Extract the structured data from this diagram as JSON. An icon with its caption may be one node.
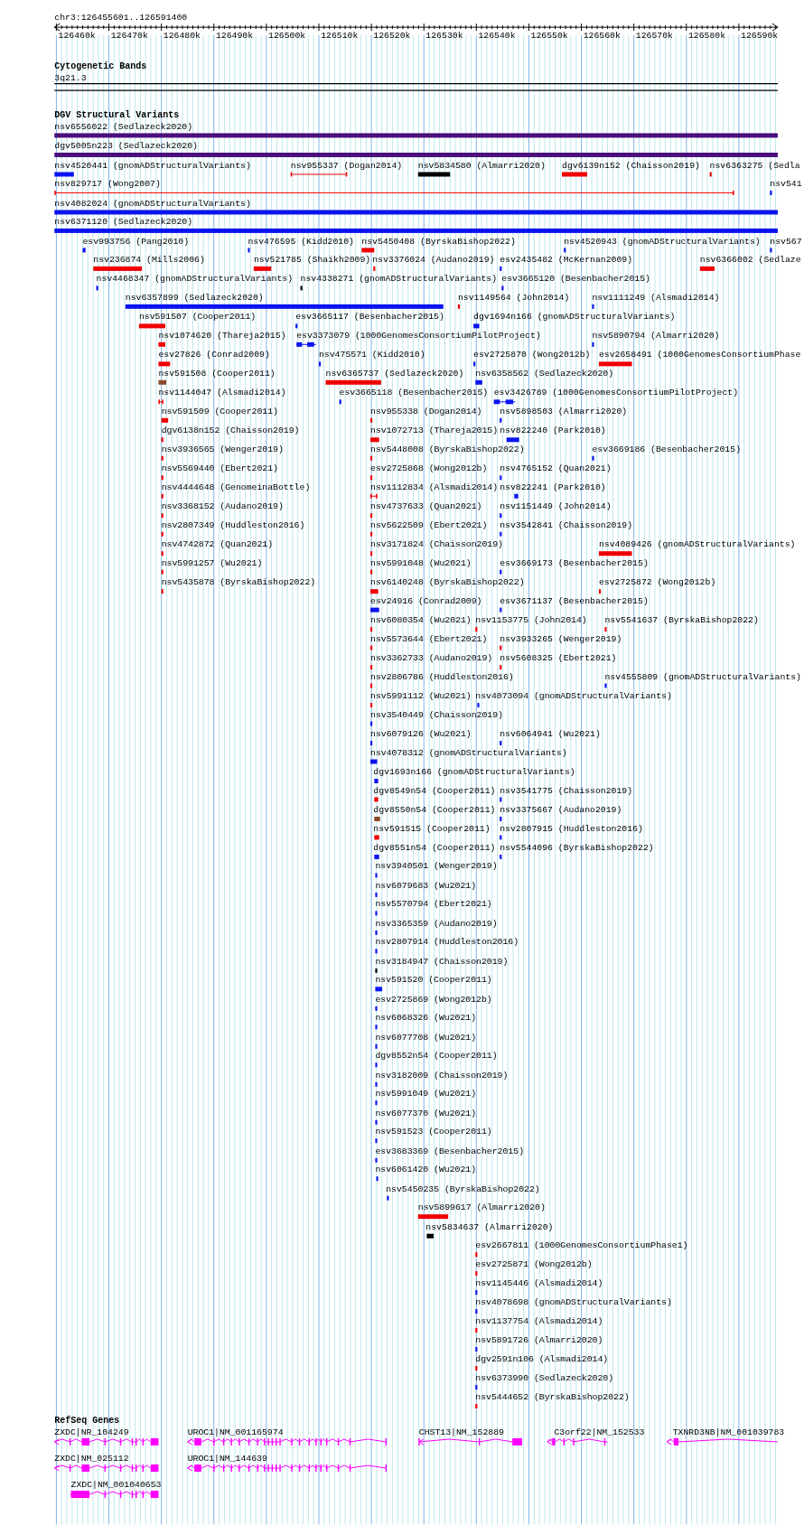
{
  "diagram": {
    "labels": [
      "chr3:126455601..126591400",
      "126460k",
      "126470k",
      "126480k",
      "126490k",
      "126500k",
      "126510k",
      "126520k",
      "126530k",
      "126540k",
      "126550k",
      "126560k",
      "126570k",
      "126580k",
      "126590k",
      "Cytogenetic Bands",
      "3q21.3",
      "DGV Structural Variants",
      "nsv6556022 (Sedlazeck2020)",
      "dgv5005n223 (Sedlazeck2020)",
      "nsv4520441 (gnomADStructuralVariants)",
      "nsv955337 (Dogan2014)",
      "nsv5834580 (Almarri2020)",
      "dgv6139n152 (Chaisson2019)",
      "nsv6363275 (Sedla",
      "nsv829717 (Wong2007)",
      "nsv541",
      "nsv4082024 (gnomADStructuralVariants)",
      "nsv6371120 (Sedlazeck2020)",
      "esv993756 (Pang2010)",
      "nsv476595 (Kidd2010)",
      "nsv5450408 (ByrskaBishop2022)",
      "nsv4520943 (gnomADStructuralVariants)",
      "nsv567",
      "nsv236874 (Mills2006)",
      "nsv521785 (Shaikh2009)",
      "nsv3376024 (Audano2019)",
      "esv2435482 (McKernan2009)",
      "nsv6366002 (Sedlaze",
      "nsv4468347 (gnomADStructuralVariants)",
      "nsv4338271 (gnomADStructuralVariants)",
      "esv3665120 (Besenbacher2015)",
      "nsv6357899 (Sedlazeck2020)",
      "nsv1149564 (John2014)",
      "nsv1111249 (Alsmadi2014)",
      "nsv591507 (Cooper2011)",
      "esv3665117 (Besenbacher2015)",
      "dgv1694n166 (gnomADStructuralVariants)",
      "nsv1074620 (Thareja2015)",
      "esv3373079 (1000GenomesConsortiumPilotProject)",
      "nsv5890794 (Almarri2020)",
      "esv27826 (Conrad2009)",
      "nsv475571 (Kidd2010)",
      "esv2725870 (Wong2012b)",
      "esv2658491 (1000GenomesConsortiumPhase",
      "nsv591508 (Cooper2011)",
      "nsv6365737 (Sedlazeck2020)",
      "nsv6358562 (Sedlazeck2020)",
      "nsv1144047 (Alsmadi2014)",
      "esv3665118 (Besenbacher2015)",
      "esv3426789 (1000GenomesConsortiumPilotProject)",
      "nsv591509 (Cooper2011)",
      "nsv955338 (Dogan2014)",
      "nsv5898503 (Almarri2020)",
      "dgv6138n152 (Chaisson2019)",
      "nsv1072713 (Thareja2015)",
      "nsv822240 (Park2010)",
      "nsv3936565 (Wenger2019)",
      "nsv5448008 (ByrskaBishop2022)",
      "esv3669186 (Besenbacher2015)",
      "nsv5569440 (Ebert2021)",
      "esv2725868 (Wong2012b)",
      "nsv4765152 (Quan2021)",
      "nsv4444648 (GenomeinaBottle)",
      "nsv1112834 (Alsmadi2014)",
      "nsv822241 (Park2010)",
      "nsv3368152 (Audano2019)",
      "nsv4737633 (Quan2021)",
      "nsv1151449 (John2014)",
      "nsv2807349 (Huddleston2016)",
      "nsv5622509 (Ebert2021)",
      "nsv3542841 (Chaisson2019)",
      "nsv4742872 (Quan2021)",
      "nsv3171824 (Chaisson2019)",
      "nsv4089426 (gnomADStructuralVariants)",
      "nsv5991257 (Wu2021)",
      "nsv5991048 (Wu2021)",
      "esv3669173 (Besenbacher2015)",
      "nsv5435878 (ByrskaBishop2022)",
      "nsv6140248 (ByrskaBishop2022)",
      "esv2725872 (Wong2012b)",
      "esv24916 (Conrad2009)",
      "esv3671137 (Besenbacher2015)",
      "nsv6080354 (Wu2021)",
      "nsv1153775 (John2014)",
      "nsv5541637 (ByrskaBishop2022)",
      "nsv5573644 (Ebert2021)",
      "nsv3933265 (Wenger2019)",
      "nsv3362733 (Audano2019)",
      "nsv5608325 (Ebert2021)",
      "nsv2806786 (Huddleston2016)",
      "nsv4555809 (gnomADStructuralVariants)",
      "nsv5991112 (Wu2021)",
      "nsv4073094 (gnomADStructuralVariants)",
      "nsv3540449 (Chaisson2019)",
      "nsv6079126 (Wu2021)",
      "nsv6064941 (Wu2021)",
      "nsv4078312 (gnomADStructuralVariants)",
      "dgv1693n166 (gnomADStructuralVariants)",
      "dgv8549n54 (Cooper2011)",
      "nsv3541775 (Chaisson2019)",
      "dgv8550n54 (Cooper2011)",
      "nsv3375667 (Audano2019)",
      "nsv591515 (Cooper2011)",
      "nsv2807915 (Huddleston2016)",
      "dgv8551n54 (Cooper2011)",
      "nsv5544096 (ByrskaBishop2022)",
      "nsv3940501 (Wenger2019)",
      "nsv6079683 (Wu2021)",
      "nsv5570794 (Ebert2021)",
      "nsv3365359 (Audano2019)",
      "nsv2807914 (Huddleston2016)",
      "nsv3184947 (Chaisson2019)",
      "nsv591520 (Cooper2011)",
      "esv2725869 (Wong2012b)",
      "nsv6068326 (Wu2021)",
      "nsv6077708 (Wu2021)",
      "dgv8552n54 (Cooper2011)",
      "nsv3182009 (Chaisson2019)",
      "nsv5991049 (Wu2021)",
      "nsv6077370 (Wu2021)",
      "nsv591523 (Cooper2011)",
      "esv3683369 (Besenbacher2015)",
      "nsv6061420 (Wu2021)",
      "nsv5450235 (ByrskaBishop2022)",
      "nsv5899617 (Almarri2020)",
      "nsv5834637 (Almarri2020)",
      "esv2667811 (1000GenomesConsortiumPhase1)",
      "esv2725871 (Wong2012b)",
      "nsv1145446 (Alsmadi2014)",
      "nsv4078698 (gnomADStructuralVariants)",
      "nsv1137754 (Alsmadi2014)",
      "nsv5891726 (Almarri2020)",
      "dgv2591n106 (Alsmadi2014)",
      "nsv6373990 (Sedlazeck2020)",
      "nsv5444652 (ByrskaBishop2022)",
      "RefSeq Genes",
      "ZXDC|NR_104249",
      "UROC1|NM_001165974",
      "CHST13|NM_152889",
      "C3orf22|NM_152533",
      "TXNRD3NB|NM_001039783",
      "ZXDC|NM_025112",
      "UROC1|NM_144639",
      "ZXDC|NM_001040653"
    ]
  }
}
